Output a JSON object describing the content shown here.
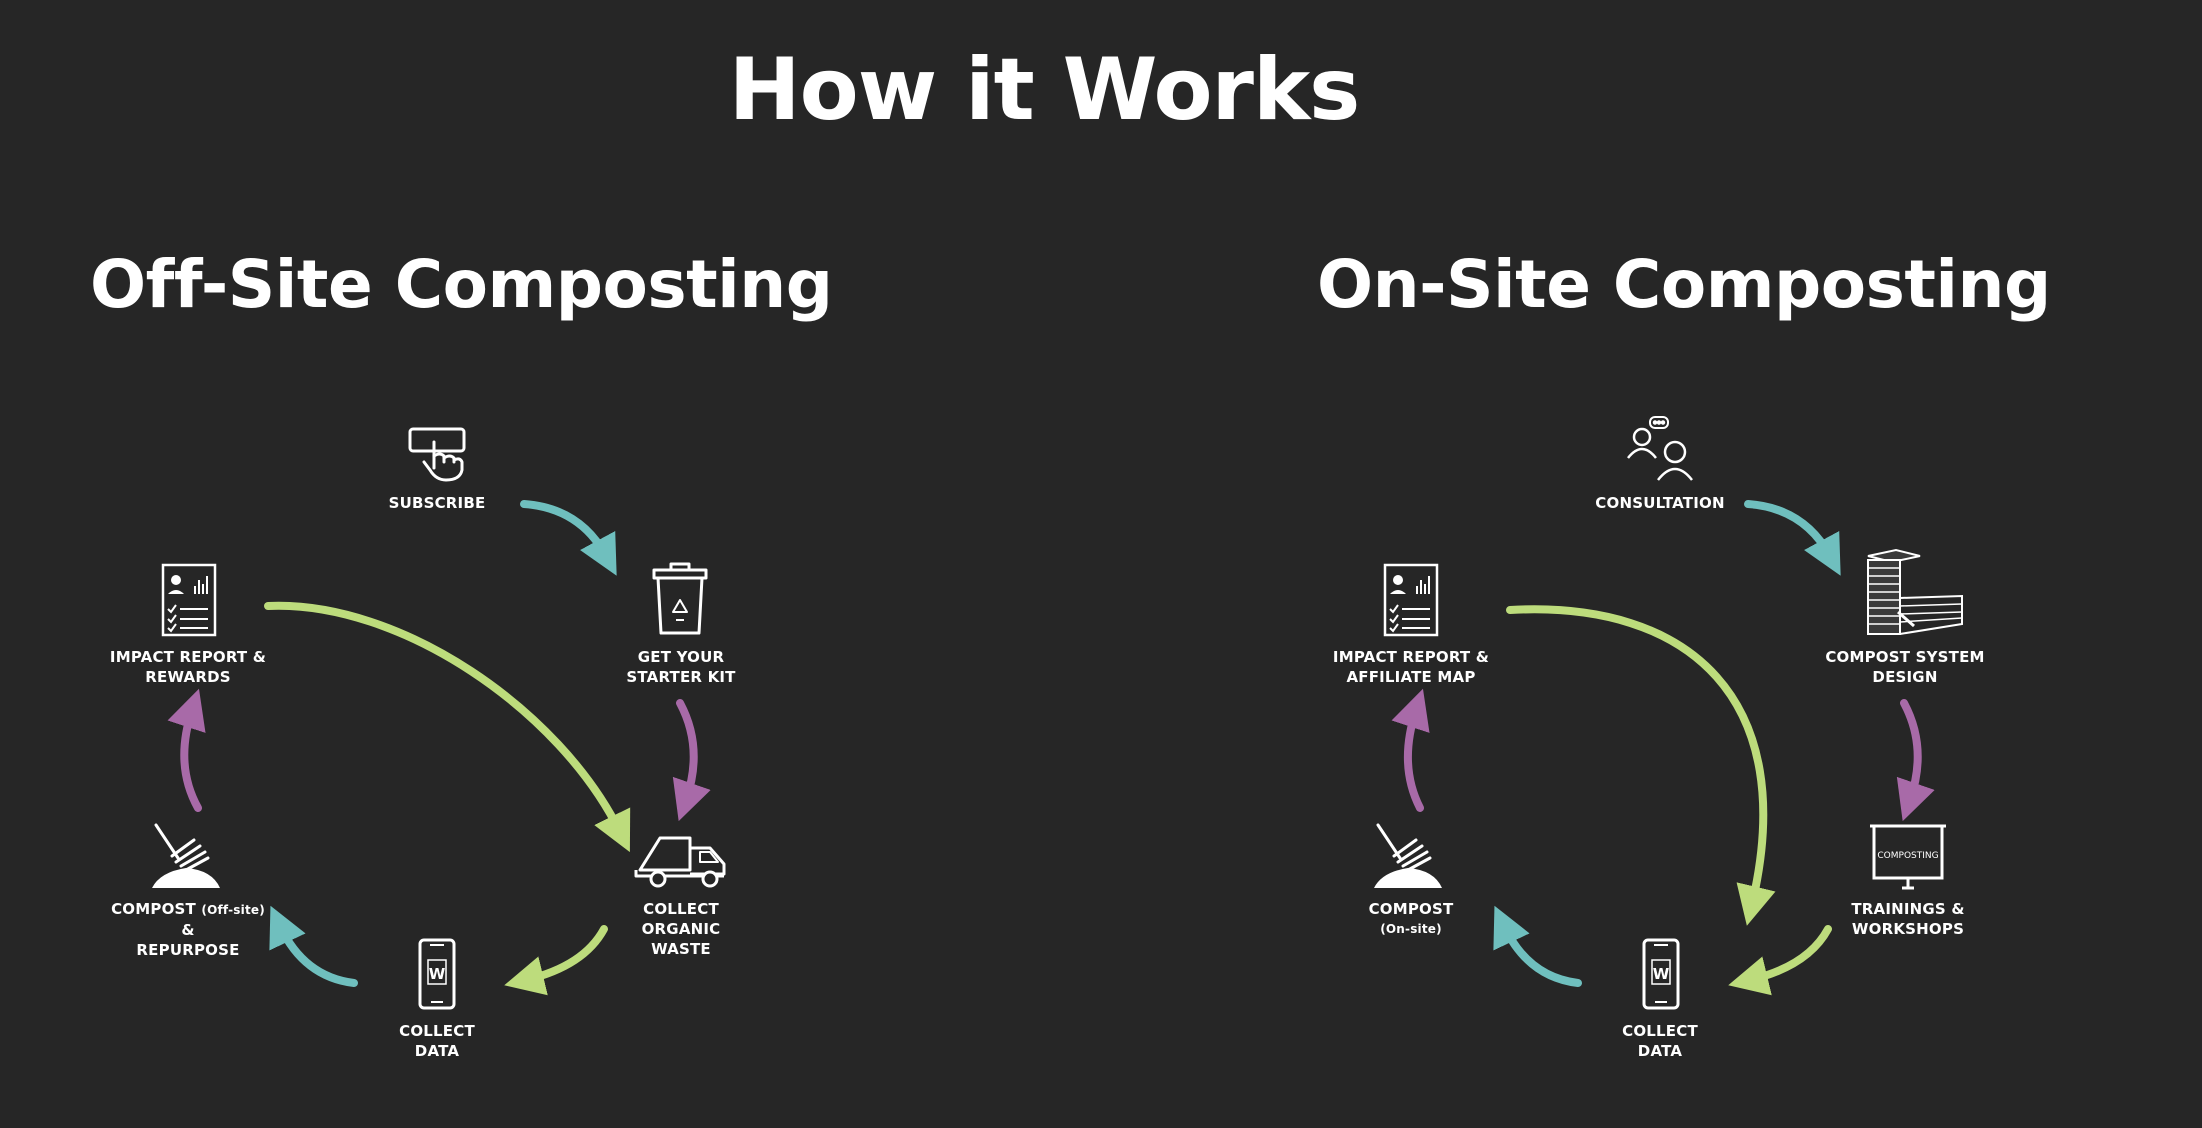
{
  "title": "How it Works",
  "colors": {
    "background": "#262626",
    "teal": "#6fbfbe",
    "purple": "#a86aa8",
    "green": "#bddc7c",
    "white": "#ffffff"
  },
  "offsite": {
    "title": "Off-Site Composting",
    "steps": {
      "subscribe": {
        "lines": [
          "SUBSCRIBE"
        ],
        "icon": "hand-tap-icon"
      },
      "starter_kit": {
        "lines": [
          "GET YOUR",
          "STARTER KIT"
        ],
        "icon": "recycle-bin-icon"
      },
      "collect_waste": {
        "lines": [
          "COLLECT",
          "ORGANIC",
          "WASTE"
        ],
        "icon": "truck-icon"
      },
      "collect_data": {
        "lines": [
          "COLLECT",
          "DATA"
        ],
        "icon": "phone-icon"
      },
      "compost": {
        "line1": "COMPOST",
        "line1_small": "(Off-site)",
        "line2": "&",
        "line3": "REPURPOSE",
        "icon": "compost-fork-icon"
      },
      "impact": {
        "lines": [
          "IMPACT REPORT &",
          "REWARDS"
        ],
        "icon": "report-icon"
      }
    }
  },
  "onsite": {
    "title": "On-Site Composting",
    "steps": {
      "consultation": {
        "lines": [
          "CONSULTATION"
        ],
        "icon": "people-chat-icon"
      },
      "system_design": {
        "lines": [
          "COMPOST SYSTEM",
          "DESIGN"
        ],
        "icon": "compost-bin-icon"
      },
      "trainings": {
        "lines": [
          "TRAININGS &",
          "WORKSHOPS"
        ],
        "icon": "presentation-screen-icon",
        "screen_text": "COMPOSTING"
      },
      "collect_data": {
        "lines": [
          "COLLECT",
          "DATA"
        ],
        "icon": "phone-icon"
      },
      "compost": {
        "line1": "COMPOST",
        "line2": "(On-site)",
        "icon": "compost-fork-icon"
      },
      "impact": {
        "lines": [
          "IMPACT REPORT &",
          "AFFILIATE MAP"
        ],
        "icon": "report-icon"
      }
    }
  },
  "phone_logo_letter": "W"
}
